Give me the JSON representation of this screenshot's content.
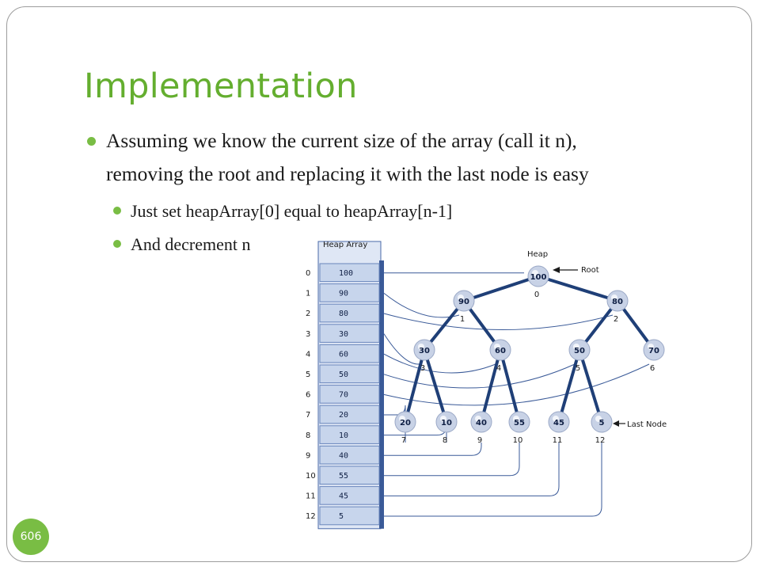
{
  "slide": {
    "title": "Implementation",
    "bullets": {
      "main_line1": "Assuming we know the current size of the array (call it n),",
      "main_line2": "removing the root and replacing it with the last node is easy",
      "sub1": "Just set heapArray[0] equal to heapArray[n-1]",
      "sub2": "And decrement n"
    },
    "page_number": "606"
  },
  "figure": {
    "array_title": "Heap Array",
    "heap_title": "Heap",
    "root_label": "Root",
    "last_node_label": "Last Node",
    "array": [
      {
        "index": "0",
        "value": "100"
      },
      {
        "index": "1",
        "value": "90"
      },
      {
        "index": "2",
        "value": "80"
      },
      {
        "index": "3",
        "value": "30"
      },
      {
        "index": "4",
        "value": "60"
      },
      {
        "index": "5",
        "value": "50"
      },
      {
        "index": "6",
        "value": "70"
      },
      {
        "index": "7",
        "value": "20"
      },
      {
        "index": "8",
        "value": "10"
      },
      {
        "index": "9",
        "value": "40"
      },
      {
        "index": "10",
        "value": "55"
      },
      {
        "index": "11",
        "value": "45"
      },
      {
        "index": "12",
        "value": "5"
      }
    ],
    "colors": {
      "accent": "#64ae2f",
      "bullet": "#79bd44",
      "tree_edge": "#1f3f77",
      "node_fill": "#c8d2e6",
      "array_fill": "#c7d5ec"
    }
  }
}
